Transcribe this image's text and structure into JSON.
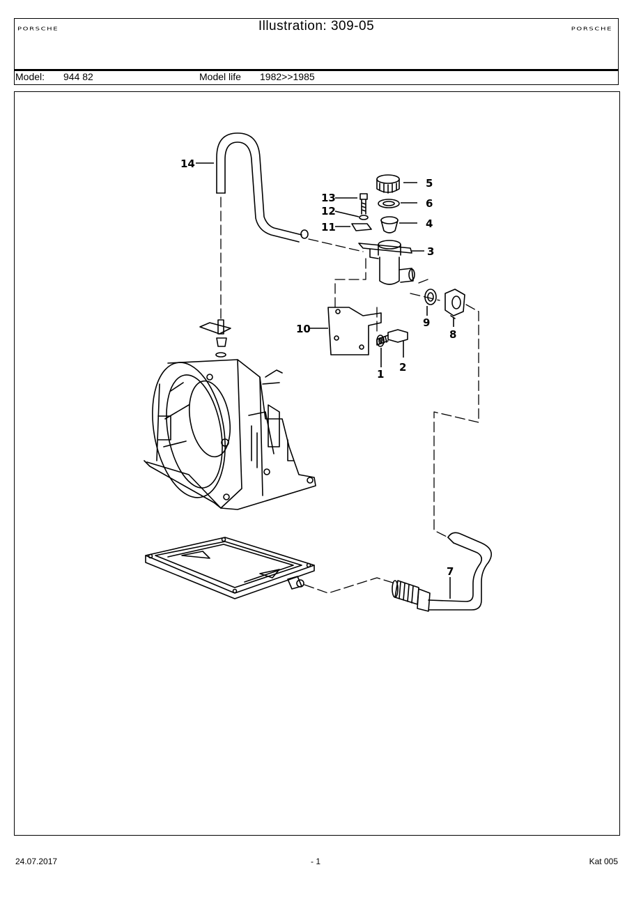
{
  "header": {
    "title": "Illustration: 309-05",
    "brand_left": "PORSCHE",
    "brand_right": "PORSCHE",
    "model_label": "Model:",
    "model_value": "944 82",
    "model_life_label": "Model life",
    "model_life_value": "1982>>1985"
  },
  "callouts": [
    "14",
    "13",
    "12",
    "11",
    "5",
    "6",
    "4",
    "3",
    "10",
    "9",
    "8",
    "1",
    "2",
    "7"
  ],
  "footer": {
    "date": "24.07.2017",
    "page": "- 1",
    "catalog": "Kat 005"
  }
}
